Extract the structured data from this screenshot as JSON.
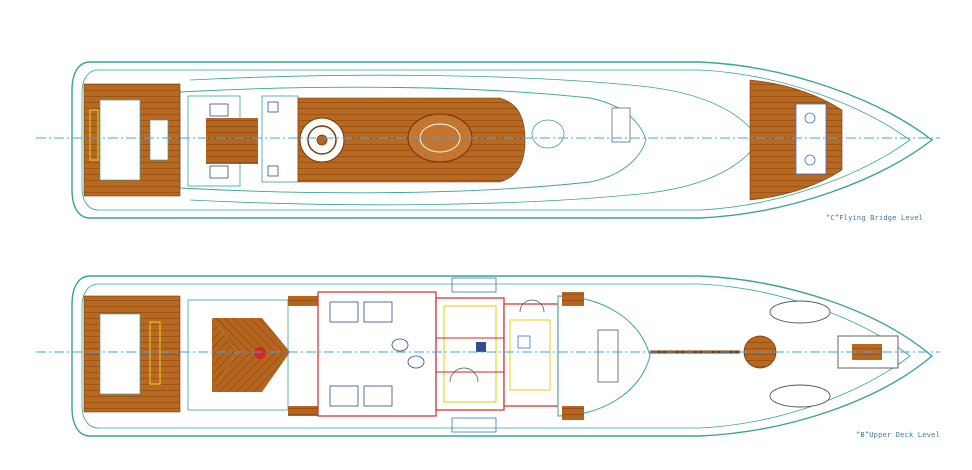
{
  "drawing": {
    "levels": [
      {
        "id": "flying-bridge",
        "label": "“C”Flying Bridge Level"
      },
      {
        "id": "upper-deck",
        "label": "“B”Upper Deck Level"
      }
    ],
    "colors": {
      "hull_line": "#3aa39a",
      "teak": "#b5651d",
      "teak_dark": "#7a3b0c",
      "centerline": "#4aa3e0",
      "wall_red": "#d12a2a",
      "wall_yellow": "#e8d21c",
      "furniture": "#2f4f8f",
      "equipment": "#3b6fd8"
    }
  }
}
